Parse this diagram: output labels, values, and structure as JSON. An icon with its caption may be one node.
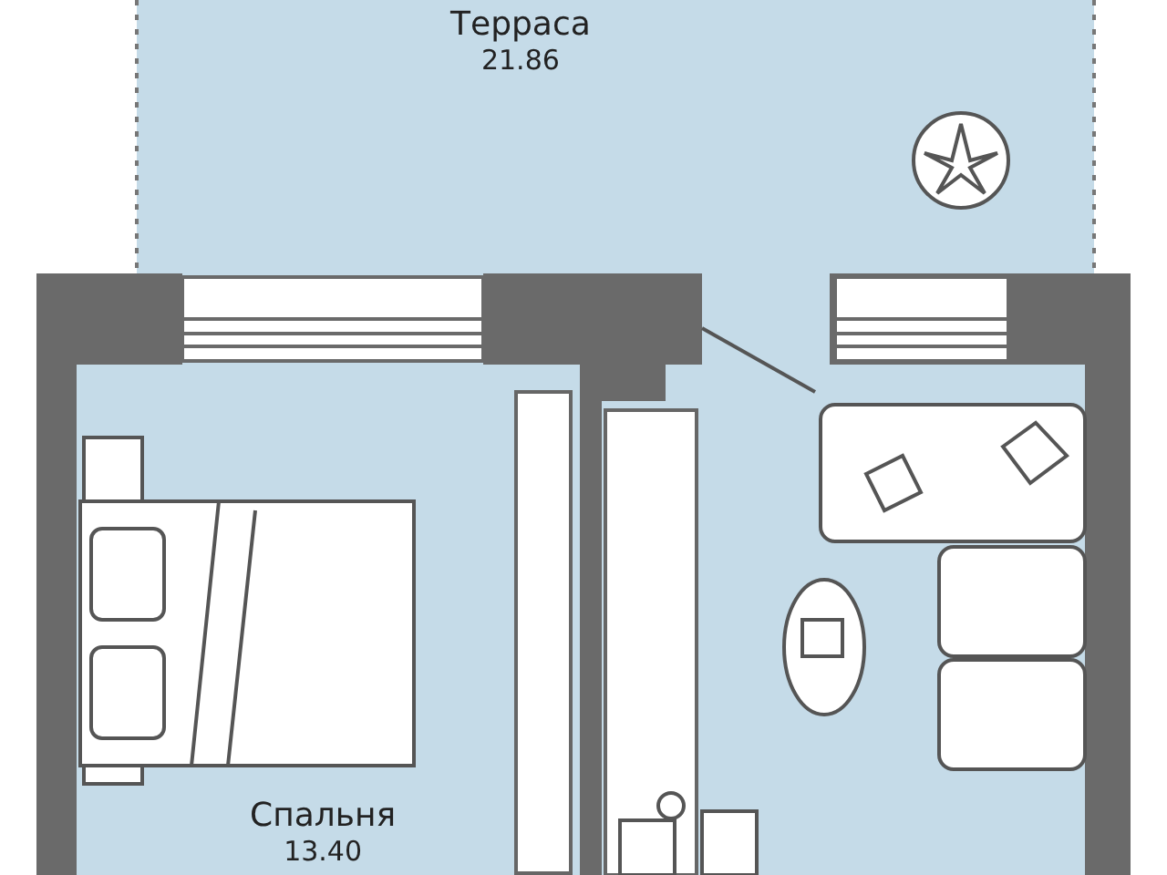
{
  "diagram": {
    "nodes": [
      {
        "text": [
          "Терраса",
          "21.86"
        ]
      },
      {
        "text": [
          "Спальня",
          "13.40"
        ]
      }
    ]
  }
}
